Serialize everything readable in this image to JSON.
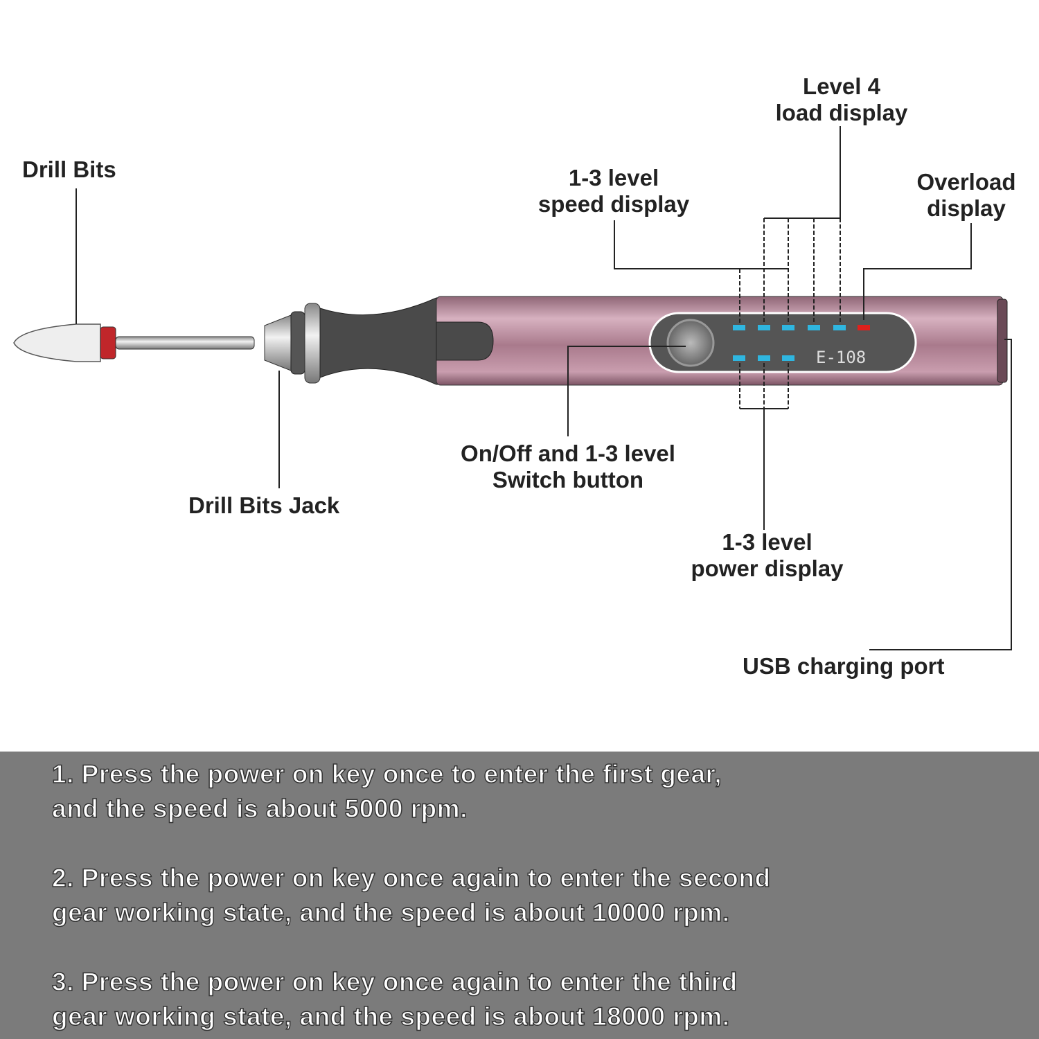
{
  "labels": {
    "drill_bits": "Drill Bits",
    "drill_bits_jack": "Drill Bits Jack",
    "level4_line1": "Level 4",
    "level4_line2": "load display",
    "speed_line1": "1-3 level",
    "speed_line2": "speed display",
    "overload_line1": "Overload",
    "overload_line2": "display",
    "switch_line1": "On/Off and 1-3 level",
    "switch_line2": "Switch button",
    "power_line1": "1-3 level",
    "power_line2": "power display",
    "usb": "USB charging port"
  },
  "device": {
    "model": "E-108",
    "colors": {
      "body": "#b98a9c",
      "grip": "#4a4a4a",
      "led": "#2fb6e0",
      "overload_led": "#e0201c"
    }
  },
  "instructions": [
    {
      "line1": "1. Press the power on key once to enter the first gear,",
      "line2": "and the speed is about 5000 rpm."
    },
    {
      "line1": "2. Press the power on key once again to enter the second",
      "line2": "gear working state, and the speed is about 10000 rpm."
    },
    {
      "line1": "3. Press the power on key once again to enter the third",
      "line2": "gear working state, and the speed is about 18000 rpm."
    }
  ]
}
